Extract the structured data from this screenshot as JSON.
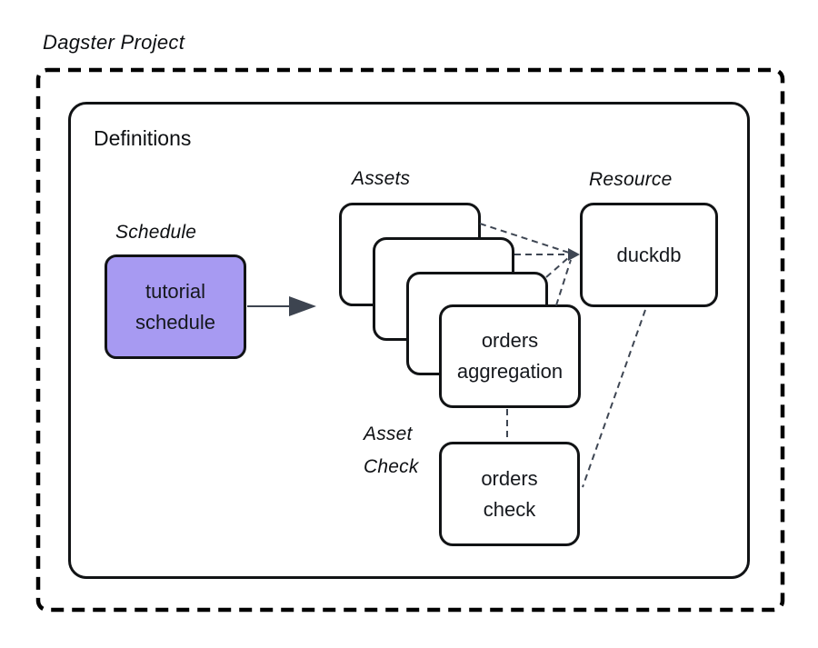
{
  "title": "Dagster Project",
  "definitions": {
    "label": "Definitions"
  },
  "schedule": {
    "label": "Schedule",
    "node": "tutorial schedule"
  },
  "assets": {
    "label": "Assets",
    "stack_count": 4,
    "front_node": "orders aggregation"
  },
  "resource": {
    "label": "Resource",
    "node": "duckdb"
  },
  "asset_check": {
    "label": "Asset Check",
    "node": "orders check"
  },
  "connections": [
    {
      "from": "tutorial schedule",
      "to": "assets stack",
      "style": "solid-arrow"
    },
    {
      "from": "asset (back)",
      "to": "duckdb",
      "style": "dashed-arrow"
    },
    {
      "from": "asset (middle)",
      "to": "duckdb",
      "style": "dashed-arrow"
    },
    {
      "from": "asset (third)",
      "to": "duckdb",
      "style": "dashed-arrow"
    },
    {
      "from": "orders aggregation",
      "to": "duckdb",
      "style": "dashed-arrow"
    },
    {
      "from": "orders aggregation",
      "to": "orders check",
      "style": "dashed"
    },
    {
      "from": "duckdb",
      "to": "orders check",
      "style": "dashed"
    }
  ],
  "colors": {
    "schedule_fill": "#a79af2",
    "node_border": "#111315",
    "outer_dash_border": "#000000",
    "connector": "#3e4653",
    "arrow": "#3d4450",
    "background": "#ffffff"
  }
}
